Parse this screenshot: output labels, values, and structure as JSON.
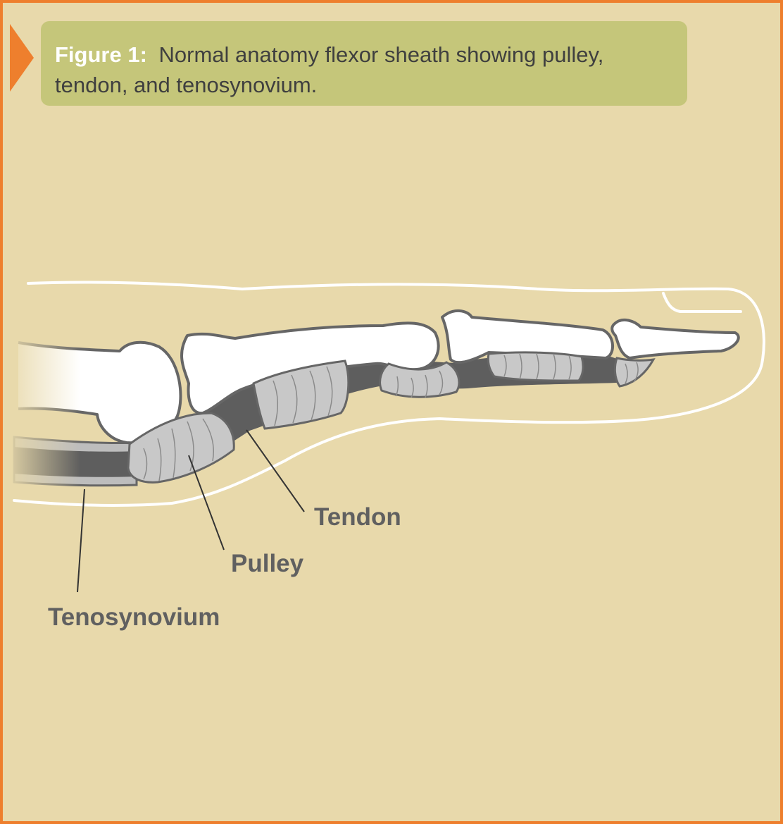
{
  "caption": {
    "label": "Figure 1:",
    "text": "Normal anatomy flexor sheath showing pulley, tendon, and tenosynovium."
  },
  "labels": {
    "tendon": "Tendon",
    "pulley": "Pulley",
    "tenosynovium": "Tenosynovium"
  },
  "colors": {
    "frame_border": "#ee7f2d",
    "background": "#e8d9ab",
    "caption_box": "#c5c67a",
    "bone": "#ffffff",
    "bone_outline": "#666666",
    "pulley": "#c8c8c8",
    "tendon": "#5e5e5e",
    "sheath": "#bdbdbd",
    "label_text": "#606060"
  }
}
